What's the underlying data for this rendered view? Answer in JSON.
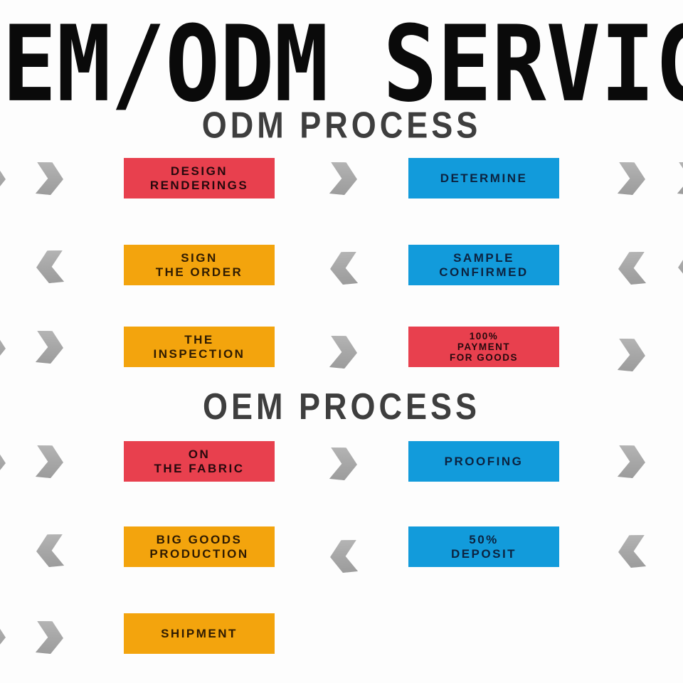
{
  "title": "OEM/ODM SERVICE",
  "headings": {
    "odm": "ODM PROCESS",
    "oem": "OEM PROCESS"
  },
  "colors": {
    "step_red": "#e8404e",
    "step_orange": "#f3a40d",
    "step_blue": "#129bdb",
    "arrow_gray": "#a8a8a8",
    "heading_gray": "#3e3e3e",
    "title_black": "#0a0a0a",
    "background": "#fdfdfd"
  },
  "rows": [
    {
      "direction": "right",
      "left_box": {
        "color": "red",
        "line1": "DESIGN",
        "line2": "RENDERINGS"
      },
      "right_box": {
        "color": "blue",
        "line1": "DETERMINE"
      }
    },
    {
      "direction": "left",
      "left_box": {
        "color": "orange",
        "line1": "SIGN",
        "line2": "THE ORDER"
      },
      "right_box": {
        "color": "blue",
        "line1": "SAMPLE",
        "line2": "CONFIRMED"
      }
    },
    {
      "direction": "right",
      "left_box": {
        "color": "orange",
        "line1": "THE",
        "line2": "INSPECTION"
      },
      "right_box": {
        "color": "red",
        "line1": "100%",
        "line2": "PAYMENT",
        "line3": "FOR GOODS"
      }
    },
    {
      "direction": "right",
      "left_box": {
        "color": "red",
        "line1": "ON",
        "line2": "THE FABRIC"
      },
      "right_box": {
        "color": "blue",
        "line1": "PROOFING"
      }
    },
    {
      "direction": "left",
      "left_box": {
        "color": "orange",
        "line1": "BIG GOODS",
        "line2": "PRODUCTION"
      },
      "right_box": {
        "color": "blue",
        "line1": "50%",
        "line2": "DEPOSIT"
      }
    },
    {
      "direction": "right",
      "left_box": {
        "color": "orange",
        "line1": "SHIPMENT"
      }
    }
  ]
}
